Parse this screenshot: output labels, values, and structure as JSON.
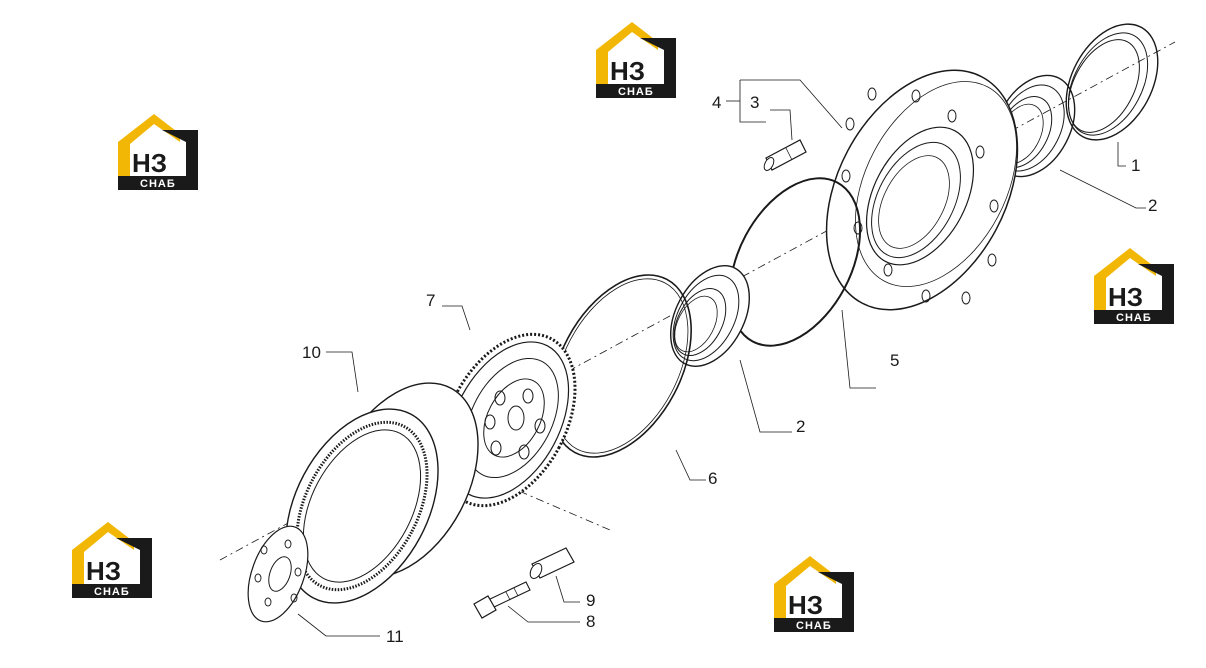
{
  "logo": {
    "letters": "НЗ",
    "word": "СНАБ",
    "colors": {
      "roof": "#f2b705",
      "dark": "#1a1a1a",
      "text_bg": "#1a1a1a"
    }
  },
  "callouts": {
    "c1": "1",
    "c2a": "2",
    "c2b": "2",
    "c3": "3",
    "c4": "4",
    "c5": "5",
    "c6": "6",
    "c7": "7",
    "c8": "8",
    "c9": "9",
    "c10": "10",
    "c11": "11"
  }
}
